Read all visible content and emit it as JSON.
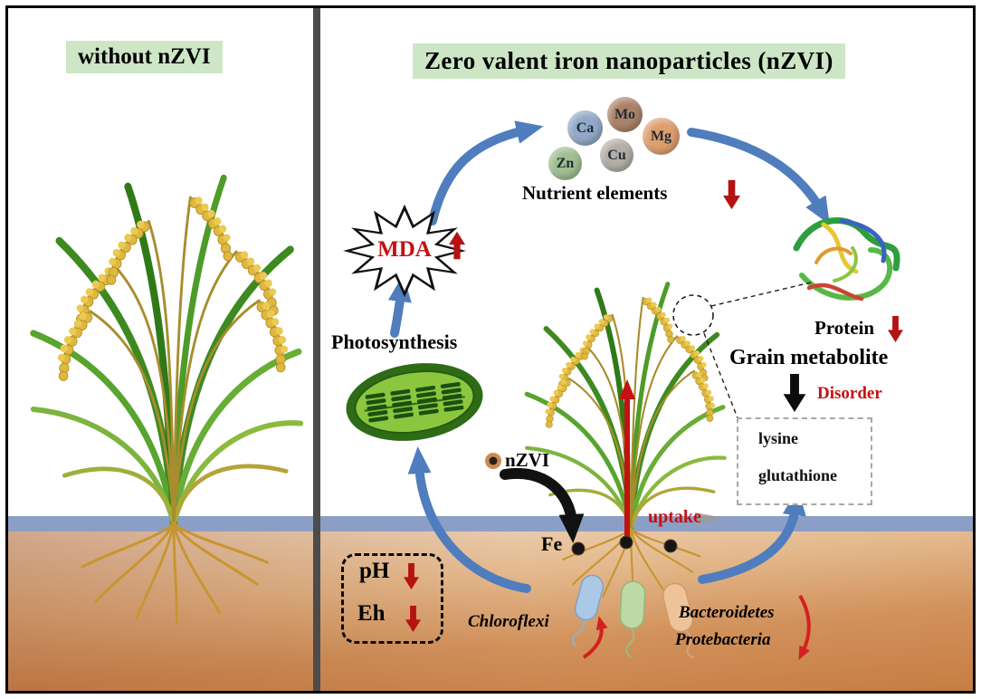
{
  "panels": {
    "left": {
      "title": "without nZVI"
    },
    "right": {
      "title": "Zero valent iron nanoparticles (nZVI)"
    }
  },
  "nutrients": {
    "label": "Nutrient elements",
    "elements": [
      {
        "symbol": "Ca",
        "color": "#92a9c7"
      },
      {
        "symbol": "Mo",
        "color": "#ab8268"
      },
      {
        "symbol": "Mg",
        "color": "#dd9e6e"
      },
      {
        "symbol": "Zn",
        "color": "#9fbe91"
      },
      {
        "symbol": "Cu",
        "color": "#b3ada6"
      }
    ]
  },
  "labels": {
    "mda": "MDA",
    "photosynthesis": "Photosynthesis",
    "nzvi": "nZVI",
    "fe": "Fe",
    "uptake": "uptake",
    "protein": "Protein",
    "grain_metabolite": "Grain metabolite",
    "disorder": "Disorder",
    "ph": "pH",
    "eh": "Eh"
  },
  "metabolite_box": {
    "items": [
      "lysine",
      "glutathione"
    ]
  },
  "bacteria": {
    "chloroflexi": "Chloroflexi",
    "bacteroidetes": "Bacteroidetes",
    "protebacteria": "Protebacteria"
  },
  "icons": {
    "mda_burst": "starburst-shape",
    "chloroplast": "chloroplast-organelle",
    "protein": "protein-ribbon-structure",
    "nzvi_particle": "iron-nanoparticle-circle",
    "nanoparticles_on_roots": "black-dot-particles",
    "bacteria_shapes": [
      "rod-bacterium-blue",
      "rod-bacterium-green",
      "rod-bacterium-orange"
    ]
  },
  "colors": {
    "cycle_arrow_blue": "#4f7dbd",
    "status_red": "#c41111",
    "title_highlight_green": "#cde6c6",
    "water_band_blue": "#8b9fc6",
    "soil_top": "#f0dcc9",
    "soil_bottom": "#c67d42",
    "divider_gray": "#4c4c4c"
  }
}
